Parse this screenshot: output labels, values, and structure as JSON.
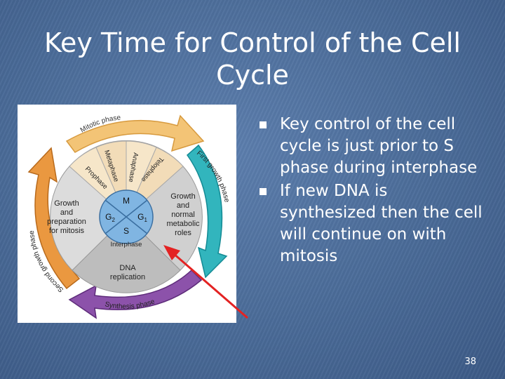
{
  "slide": {
    "title": "Key Time for Control of the Cell Cycle",
    "page_number": "38"
  },
  "bullets": [
    {
      "text": "Key control of the cell cycle is just prior to S phase during interphase"
    },
    {
      "text": "If new DNA is synthesized then the cell will continue on with mitosis"
    }
  ],
  "diagram": {
    "arcs": {
      "mitotic": "Mitotic phase",
      "first_growth": "First growth phase",
      "synthesis": "Synthesis phase",
      "second_growth": "Second growth phase"
    },
    "mitosis_phases": {
      "prophase": "Prophase",
      "metaphase": "Metaphase",
      "anaphase": "Anaphase",
      "telophase": "Telophase"
    },
    "sectors": {
      "g1": [
        "Growth",
        "and",
        "normal",
        "metabolic",
        "roles"
      ],
      "s": [
        "DNA",
        "replication"
      ],
      "g2": [
        "Growth",
        "and",
        "preparation",
        "for mitosis"
      ]
    },
    "center": {
      "m": "M",
      "g1": "G",
      "g1_sub": "1",
      "g2": "G",
      "g2_sub": "2",
      "s": "S",
      "interphase": "Interphase"
    },
    "colors": {
      "mitotic_arc": "#f0c070",
      "first_growth_arc": "#2fb8c0",
      "synthesis_arc": "#8a4fa8",
      "second_growth_arc": "#e8943a",
      "center_disc": "#7fb3e0",
      "pointer_arrow": "#e82020"
    }
  }
}
